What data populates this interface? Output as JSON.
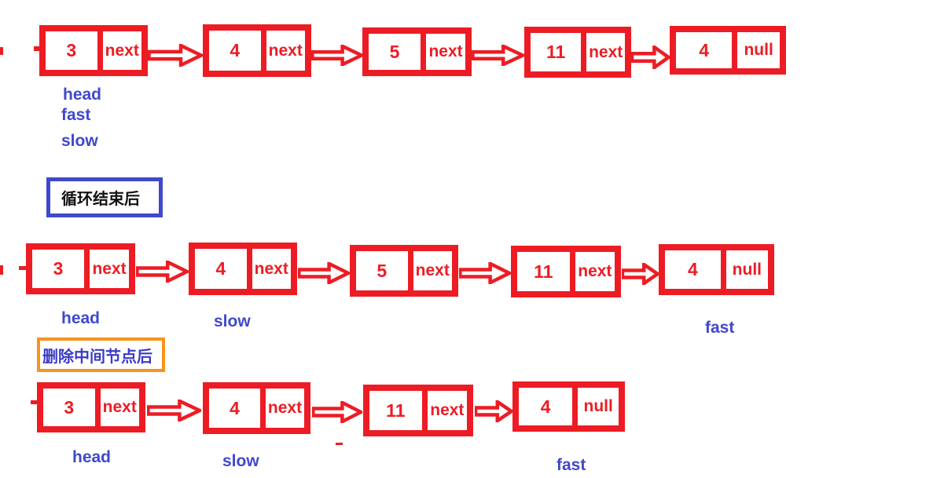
{
  "colors": {
    "node_red": "#ed1c24",
    "label_indigo": "#3f48cc",
    "caption1_border": "#3f48cc",
    "caption1_text": "#111111",
    "caption2_border": "#f7941d",
    "caption2_text": "#3a3ac8",
    "background": "#ffffff"
  },
  "row1": {
    "nodes": [
      {
        "value": "3",
        "pointer": "next"
      },
      {
        "value": "4",
        "pointer": "next"
      },
      {
        "value": "5",
        "pointer": "next"
      },
      {
        "value": "11",
        "pointer": "next"
      },
      {
        "value": "4",
        "pointer": "null"
      }
    ],
    "labels": {
      "head": "head",
      "fast": "fast",
      "slow": "slow"
    }
  },
  "caption1": {
    "text": "循环结束后"
  },
  "row2": {
    "nodes": [
      {
        "value": "3",
        "pointer": "next"
      },
      {
        "value": "4",
        "pointer": "next"
      },
      {
        "value": "5",
        "pointer": "next"
      },
      {
        "value": "11",
        "pointer": "next"
      },
      {
        "value": "4",
        "pointer": "null"
      }
    ],
    "labels": {
      "head": "head",
      "slow": "slow",
      "fast": "fast"
    }
  },
  "caption2": {
    "text": "删除中间节点后"
  },
  "row3": {
    "nodes": [
      {
        "value": "3",
        "pointer": "next"
      },
      {
        "value": "4",
        "pointer": "next"
      },
      {
        "value": "11",
        "pointer": "next"
      },
      {
        "value": "4",
        "pointer": "null"
      }
    ],
    "labels": {
      "head": "head",
      "slow": "slow",
      "fast": "fast"
    }
  }
}
